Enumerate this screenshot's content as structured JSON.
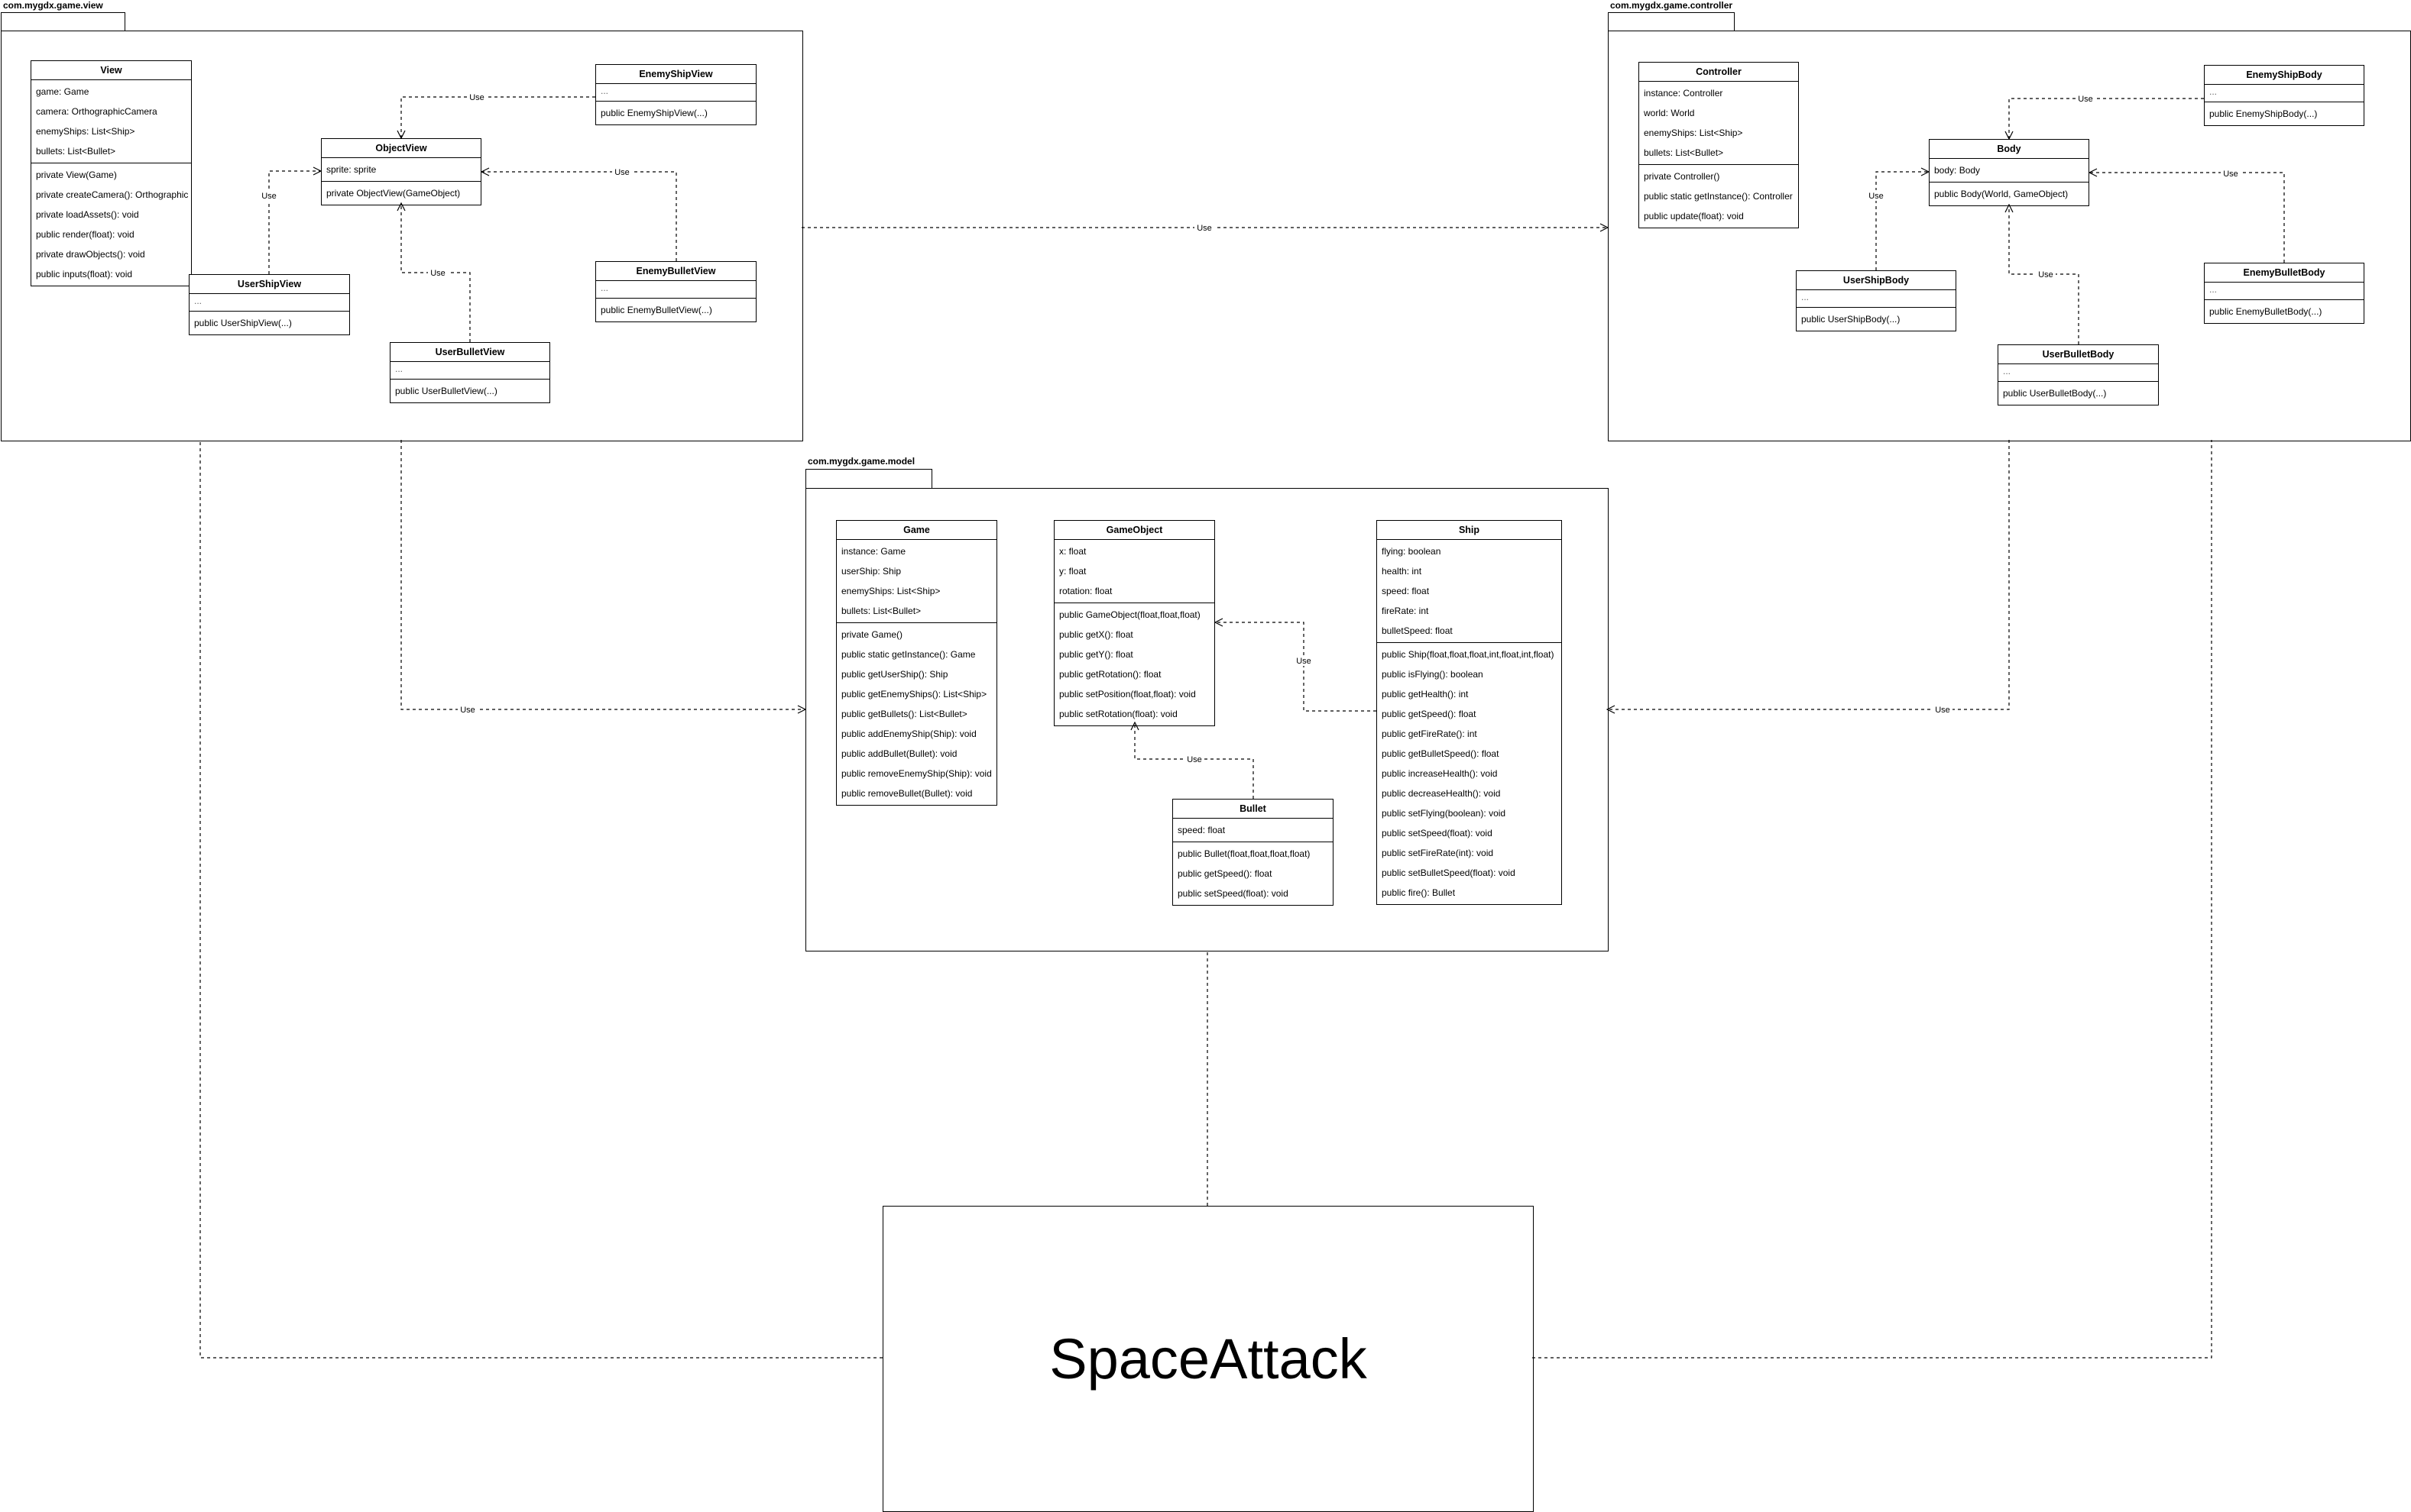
{
  "packages": {
    "view": {
      "name": "com.mygdx.game.view"
    },
    "controller": {
      "name": "com.mygdx.game.controller"
    },
    "model": {
      "name": "com.mygdx.game.model"
    }
  },
  "root": {
    "title": "SpaceAttack"
  },
  "edge_label": "Use",
  "classes": {
    "view": {
      "name": "View",
      "attributes": [
        "game: Game",
        "camera: OrthographicCamera",
        "enemyShips: List<Ship>",
        "bullets: List<Bullet>"
      ],
      "methods": [
        "private View(Game)",
        "private createCamera(): Orthographic",
        "private loadAssets(): void",
        "public render(float): void",
        "private drawObjects(): void",
        "public inputs(float): void"
      ]
    },
    "objectView": {
      "name": "ObjectView",
      "attributes": [
        "sprite: sprite"
      ],
      "methods": [
        "private ObjectView(GameObject)"
      ]
    },
    "enemyShipView": {
      "name": "EnemyShipView",
      "attributes": [
        "..."
      ],
      "methods": [
        "public EnemyShipView(...)"
      ]
    },
    "userShipView": {
      "name": "UserShipView",
      "attributes": [
        "..."
      ],
      "methods": [
        "public UserShipView(...)"
      ]
    },
    "enemyBulletView": {
      "name": "EnemyBulletView",
      "attributes": [
        "..."
      ],
      "methods": [
        "public EnemyBulletView(...)"
      ]
    },
    "userBulletView": {
      "name": "UserBulletView",
      "attributes": [
        "..."
      ],
      "methods": [
        "public UserBulletView(...)"
      ]
    },
    "controller": {
      "name": "Controller",
      "attributes": [
        "instance: Controller",
        "world: World",
        "enemyShips: List<Ship>",
        "bullets: List<Bullet>"
      ],
      "methods": [
        "private Controller()",
        "public static getInstance(): Controller",
        "public update(float): void"
      ]
    },
    "body": {
      "name": "Body",
      "attributes": [
        "body: Body"
      ],
      "methods": [
        "public Body(World, GameObject)"
      ]
    },
    "enemyShipBody": {
      "name": "EnemyShipBody",
      "attributes": [
        "..."
      ],
      "methods": [
        "public EnemyShipBody(...)"
      ]
    },
    "userShipBody": {
      "name": "UserShipBody",
      "attributes": [
        "..."
      ],
      "methods": [
        "public UserShipBody(...)"
      ]
    },
    "enemyBulletBody": {
      "name": "EnemyBulletBody",
      "attributes": [
        "..."
      ],
      "methods": [
        "public EnemyBulletBody(...)"
      ]
    },
    "userBulletBody": {
      "name": "UserBulletBody",
      "attributes": [
        "..."
      ],
      "methods": [
        "public UserBulletBody(...)"
      ]
    },
    "game": {
      "name": "Game",
      "attributes": [
        "instance: Game",
        "userShip: Ship",
        "enemyShips: List<Ship>",
        "bullets: List<Bullet>"
      ],
      "methods": [
        "private Game()",
        "public static getInstance(): Game",
        "public getUserShip(): Ship",
        "public getEnemyShips(): List<Ship>",
        "public getBullets(): List<Bullet>",
        "public addEnemyShip(Ship): void",
        "public addBullet(Bullet): void",
        "public removeEnemyShip(Ship): void",
        "public removeBullet(Bullet): void"
      ]
    },
    "gameObject": {
      "name": "GameObject",
      "attributes": [
        "x: float",
        "y: float",
        "rotation: float"
      ],
      "methods": [
        "public GameObject(float,float,float)",
        "public getX(): float",
        "public getY(): float",
        "public getRotation(): float",
        "public setPosition(float,float): void",
        "public setRotation(float): void"
      ]
    },
    "ship": {
      "name": "Ship",
      "attributes": [
        "flying: boolean",
        "health: int",
        "speed: float",
        "fireRate: int",
        "bulletSpeed: float"
      ],
      "methods": [
        "public Ship(float,float,float,int,float,int,float)",
        "public isFlying(): boolean",
        "public getHealth(): int",
        "public getSpeed(): float",
        "public getFireRate(): int",
        "public getBulletSpeed(): float",
        "public increaseHealth(): void",
        "public decreaseHealth(): void",
        "public setFlying(boolean): void",
        "public setSpeed(float): void",
        "public setFireRate(int): void",
        "public setBulletSpeed(float): void",
        "public fire(): Bullet"
      ]
    },
    "bullet": {
      "name": "Bullet",
      "attributes": [
        "speed: float"
      ],
      "methods": [
        "public Bullet(float,float,float,float)",
        "public getSpeed(): float",
        "public setSpeed(float): void"
      ]
    }
  }
}
